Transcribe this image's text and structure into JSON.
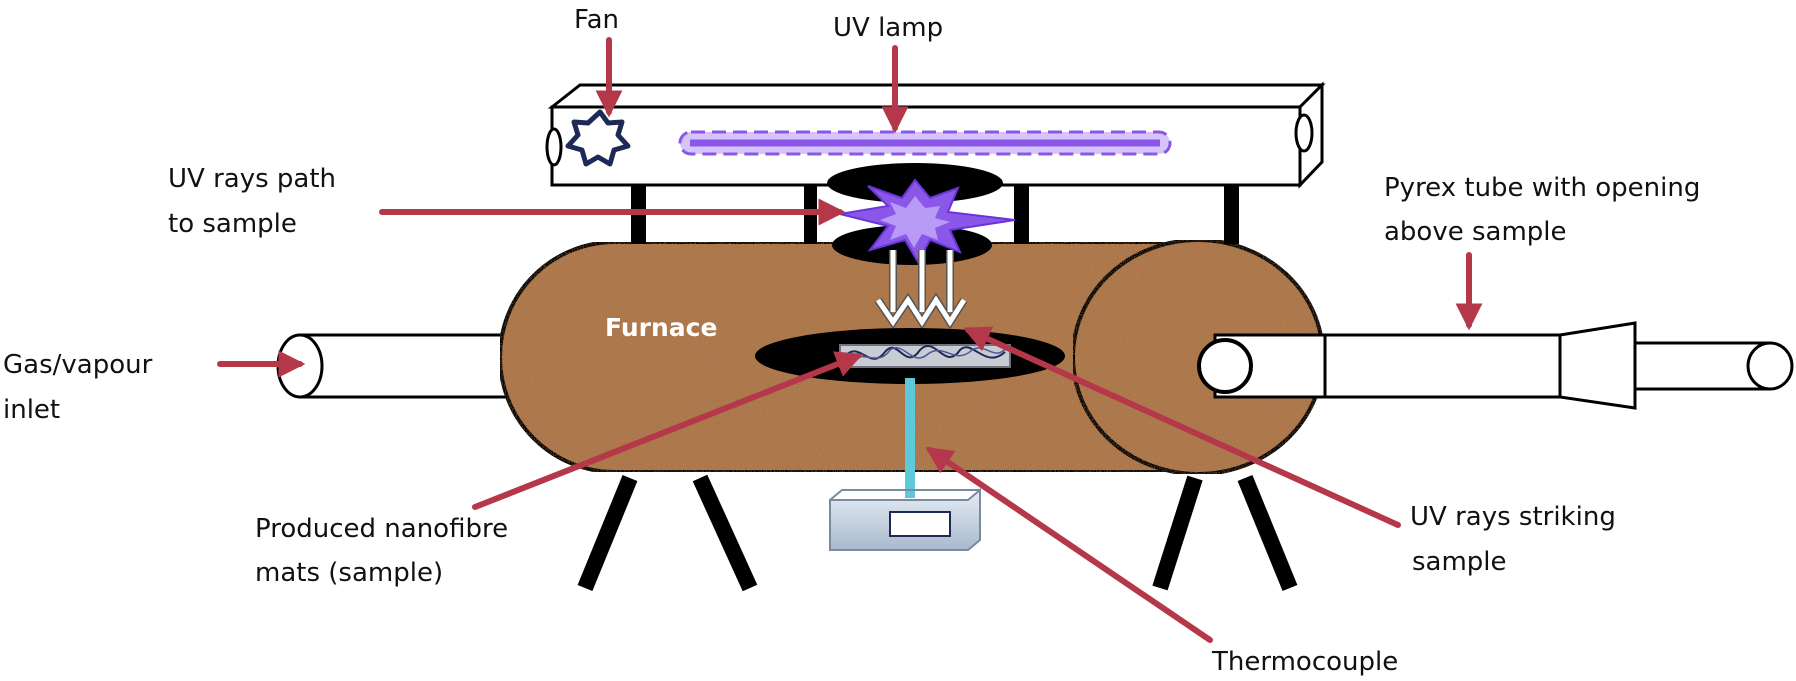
{
  "labels": {
    "fan": "Fan",
    "uv_lamp": "UV lamp",
    "uv_rays_path_line1": "UV rays path",
    "uv_rays_path_line2": "to sample",
    "pyrex_tube_line1": "Pyrex tube with opening",
    "pyrex_tube_line2": "above sample",
    "furnace": "Furnace",
    "gas_inlet_line1": "Gas/vapour",
    "gas_inlet_line2": "inlet",
    "nanofibre_line1": "Produced nanofibre",
    "nanofibre_line2": "mats (sample)",
    "uv_striking_line1": "UV rays striking",
    "uv_striking_line2": "sample",
    "thermocouple": "Thermocouple"
  },
  "colors": {
    "arrow": "#b5374a",
    "furnace": "#b07a4e",
    "uv_glow": "#8a57e8",
    "lamp": "#9b6cf0",
    "thermocouple_wire": "#5ec9d8",
    "display_box": "#c9d6e6"
  }
}
